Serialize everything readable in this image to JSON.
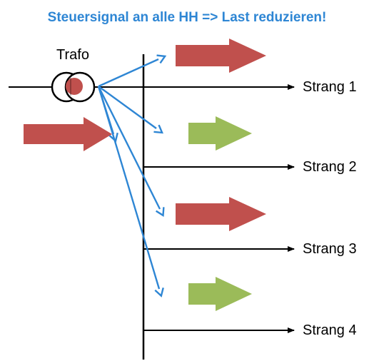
{
  "title": "Steuersignal an alle HH => Last reduzieren!",
  "transformer": {
    "label": "Trafo"
  },
  "strands": [
    {
      "label": "Strang 1"
    },
    {
      "label": "Strang 2"
    },
    {
      "label": "Strang 3"
    },
    {
      "label": "Strang 4"
    }
  ],
  "colors": {
    "title": "#2e86d4",
    "signal_arrows": "#2e86d4",
    "load_arrow_red": "#c0504d",
    "load_arrow_green": "#9bbb59",
    "transformer_core": "#c0504d",
    "lines": "#000000"
  },
  "icons": {
    "transformer": "transformer-symbol",
    "signal": "signal-arrow",
    "power_flow": "power-flow-arrow"
  }
}
